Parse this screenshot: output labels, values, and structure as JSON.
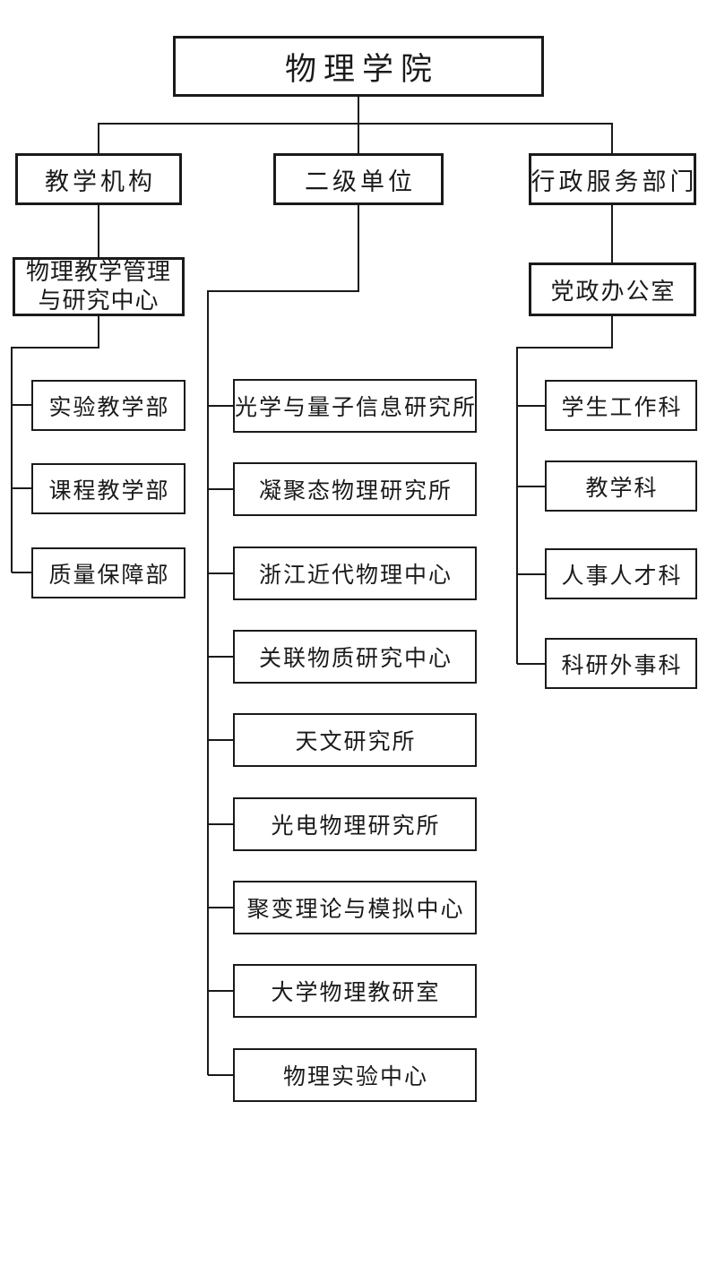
{
  "org": {
    "root": {
      "label": "物理学院"
    },
    "branches": [
      {
        "label": "教学机构",
        "sub": {
          "label": "物理教学管理与研究中心"
        },
        "children": [
          {
            "label": "实验教学部"
          },
          {
            "label": "课程教学部"
          },
          {
            "label": "质量保障部"
          }
        ]
      },
      {
        "label": "二级单位",
        "children": [
          {
            "label": "光学与量子信息研究所"
          },
          {
            "label": "凝聚态物理研究所"
          },
          {
            "label": "浙江近代物理中心"
          },
          {
            "label": "关联物质研究中心"
          },
          {
            "label": "天文研究所"
          },
          {
            "label": "光电物理研究所"
          },
          {
            "label": "聚变理论与模拟中心"
          },
          {
            "label": "大学物理教研室"
          },
          {
            "label": "物理实验中心"
          }
        ]
      },
      {
        "label": "行政服务部门",
        "sub": {
          "label": "党政办公室"
        },
        "children": [
          {
            "label": "学生工作科"
          },
          {
            "label": "教学科"
          },
          {
            "label": "人事人才科"
          },
          {
            "label": "科研外事科"
          }
        ]
      }
    ],
    "colors": {
      "line": "#1a1a1a",
      "border": "#1a1a1a",
      "text": "#1a1a1a",
      "background": "#ffffff"
    }
  }
}
